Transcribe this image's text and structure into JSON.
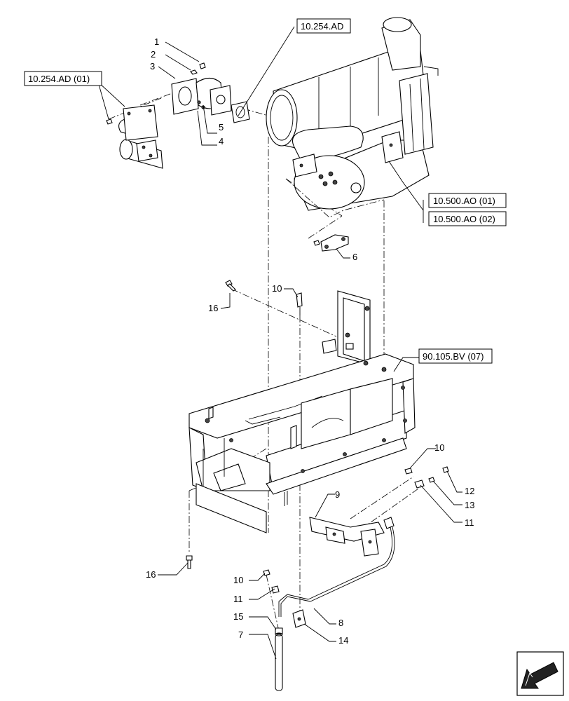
{
  "callouts": {
    "c1": "1",
    "c2": "2",
    "c3": "3",
    "c4": "4",
    "c5": "5",
    "c6": "6",
    "c7": "7",
    "c8": "8",
    "c9": "9",
    "c10a": "10",
    "c10b": "10",
    "c10c": "10",
    "c11a": "11",
    "c11b": "11",
    "c12": "12",
    "c13": "13",
    "c14": "14",
    "c15": "15",
    "c16a": "16",
    "c16b": "16"
  },
  "references": {
    "ref_10254ad": "10.254.AD",
    "ref_10254ad01": "10.254.AD (01)",
    "ref_10500ao01": "10.500.AO (01)",
    "ref_10500ao02": "10.500.AO (02)",
    "ref_90105bv07": "90.105.BV (07)"
  },
  "nav": {
    "icon": "arrow-icon"
  }
}
